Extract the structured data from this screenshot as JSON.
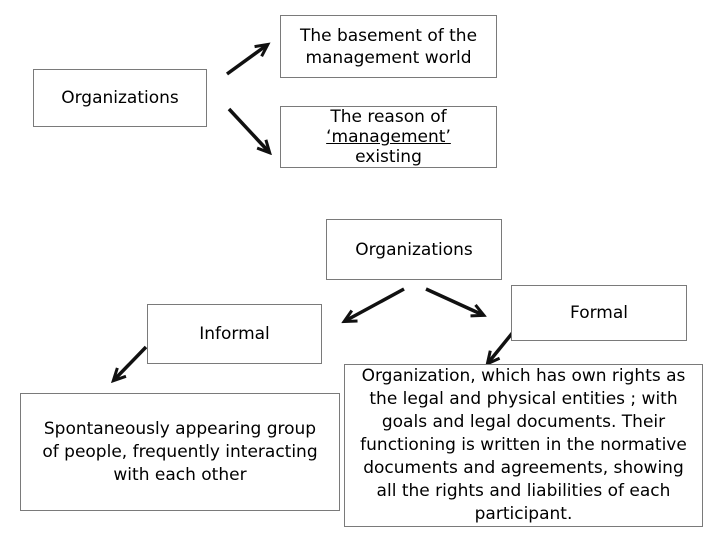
{
  "slide": {
    "background_color": "#ffffff",
    "text_color": "#000000",
    "box_border_color": "#7a7a7a",
    "arrow_color": "#111111"
  },
  "top_diagram": {
    "root_label": "Organizations",
    "basement_box": {
      "lines": [
        "The basement of the",
        "management world"
      ]
    },
    "reason_box": {
      "line1": "The reason of",
      "underlined_line": "‘management’",
      "line3": "existing"
    }
  },
  "bottom_diagram": {
    "root_label": "Organizations",
    "informal_label": "Informal",
    "formal_label": "Formal",
    "informal_definition": {
      "lines": [
        "Spontaneously appearing group",
        "of people, frequently interacting",
        "with each other"
      ]
    },
    "formal_definition": {
      "lines": [
        "Organization, which has own rights as",
        "the legal and physical entities ; with",
        "goals and legal documents. Their",
        "functioning is written in the normative",
        "documents and agreements, showing",
        "all the rights and liabilities of each",
        "participant."
      ]
    }
  },
  "edges": [
    {
      "from": "Organizations",
      "to": "The basement of the management world"
    },
    {
      "from": "Organizations",
      "to": "The reason of ‘management’ existing"
    },
    {
      "from": "Organizations",
      "to": "Informal"
    },
    {
      "from": "Organizations",
      "to": "Formal"
    },
    {
      "from": "Informal",
      "to": "Spontaneously appearing group of people, frequently interacting with each other"
    },
    {
      "from": "Formal",
      "to": "Organization, which has own rights as the legal and physical entities ; with goals and legal documents. Their functioning is written in the normative documents and agreements, showing all the rights and liabilities of each participant."
    }
  ]
}
